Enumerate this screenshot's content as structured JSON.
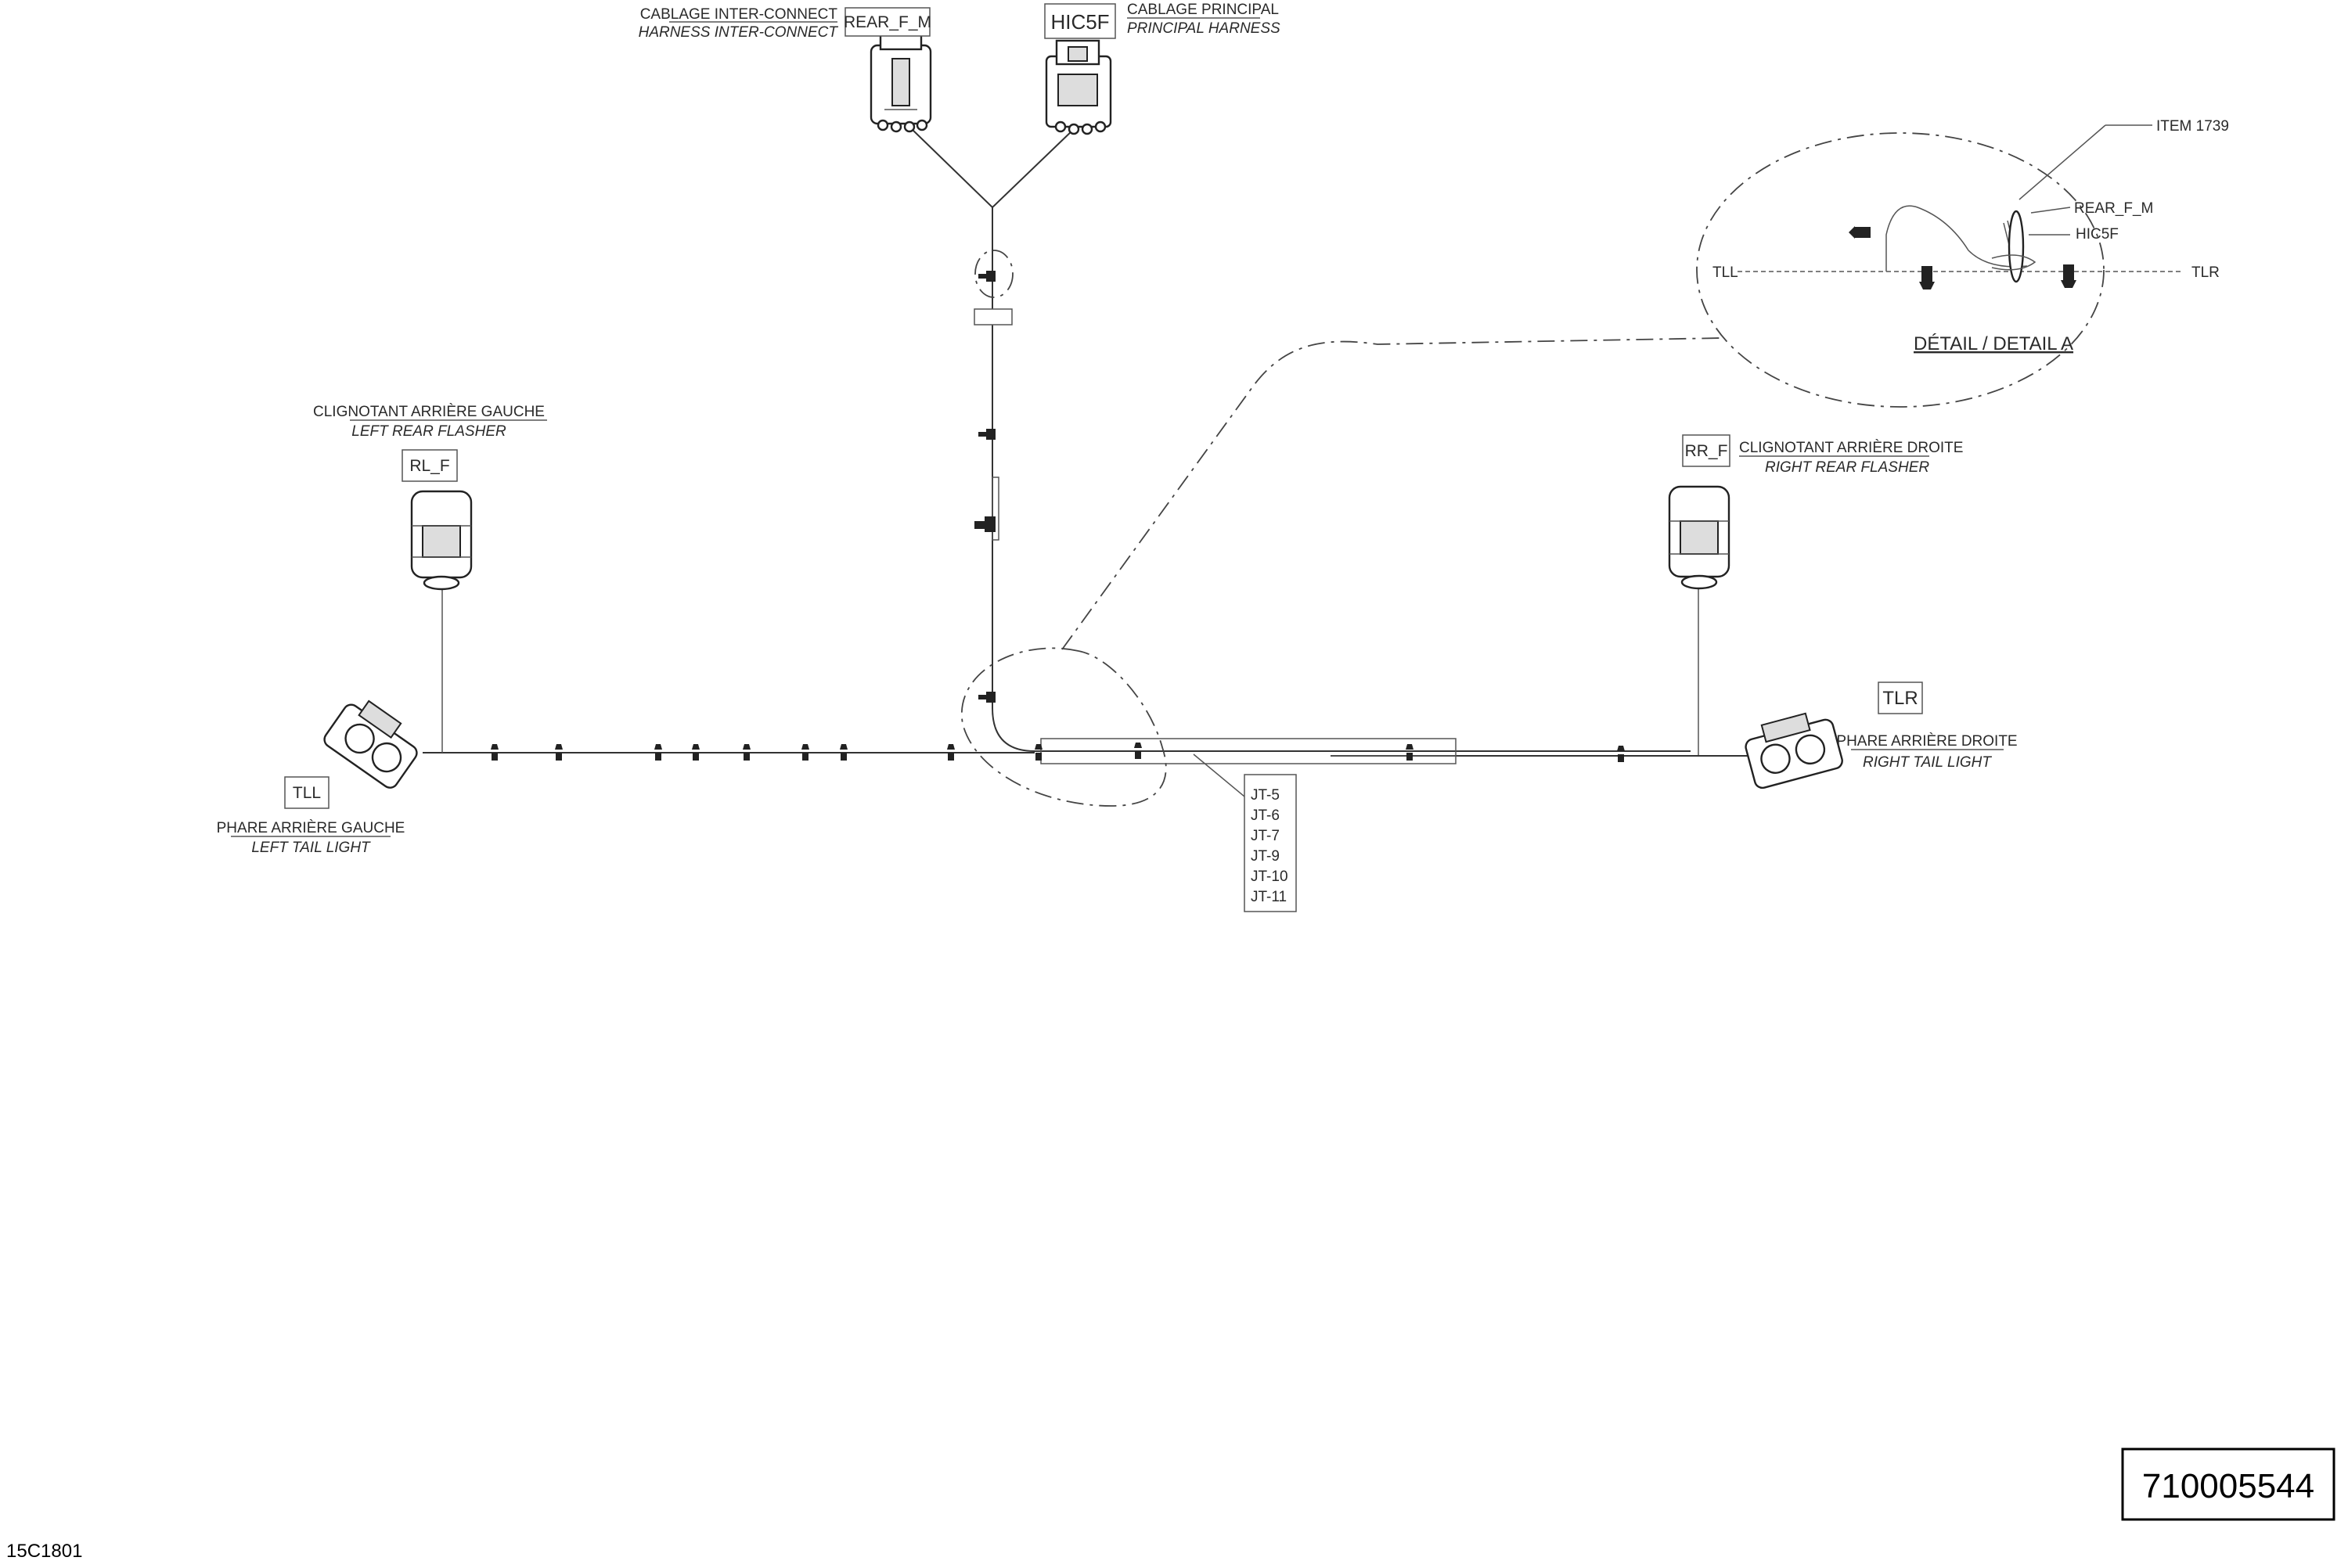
{
  "harness": {
    "interconnect_fr": "CABLAGE INTER-CONNECT",
    "interconnect_en": "HARNESS INTER-CONNECT",
    "interconnect_tag": "REAR_F_M",
    "principal_fr": "CABLAGE PRINCIPAL",
    "principal_en": "PRINCIPAL HARNESS",
    "principal_tag": "HIC5F"
  },
  "left_flasher": {
    "label_fr": "CLIGNOTANT ARRIÈRE GAUCHE",
    "label_en": "LEFT REAR FLASHER",
    "tag": "RL_F"
  },
  "right_flasher": {
    "label_fr": "CLIGNOTANT ARRIÈRE DROITE",
    "label_en": "RIGHT REAR FLASHER",
    "tag": "RR_F"
  },
  "left_tail": {
    "label_fr": "PHARE ARRIÈRE GAUCHE",
    "label_en": "LEFT TAIL LIGHT",
    "tag": "TLL"
  },
  "right_tail": {
    "label_fr": "PHARE ARRIÈRE DROITE",
    "label_en": "RIGHT TAIL LIGHT",
    "tag": "TLR"
  },
  "detail": {
    "title": "DÉTAIL / DETAIL A",
    "item": "ITEM 1739",
    "rear_label": "REAR_F_M",
    "hic_label": "HIC5F",
    "left_end": "TLL",
    "right_end": "TLR"
  },
  "splices": [
    "JT-5",
    "JT-6",
    "JT-7",
    "JT-9",
    "JT-10",
    "JT-11"
  ],
  "part_number": "710005544",
  "drawing_code": "15C1801"
}
